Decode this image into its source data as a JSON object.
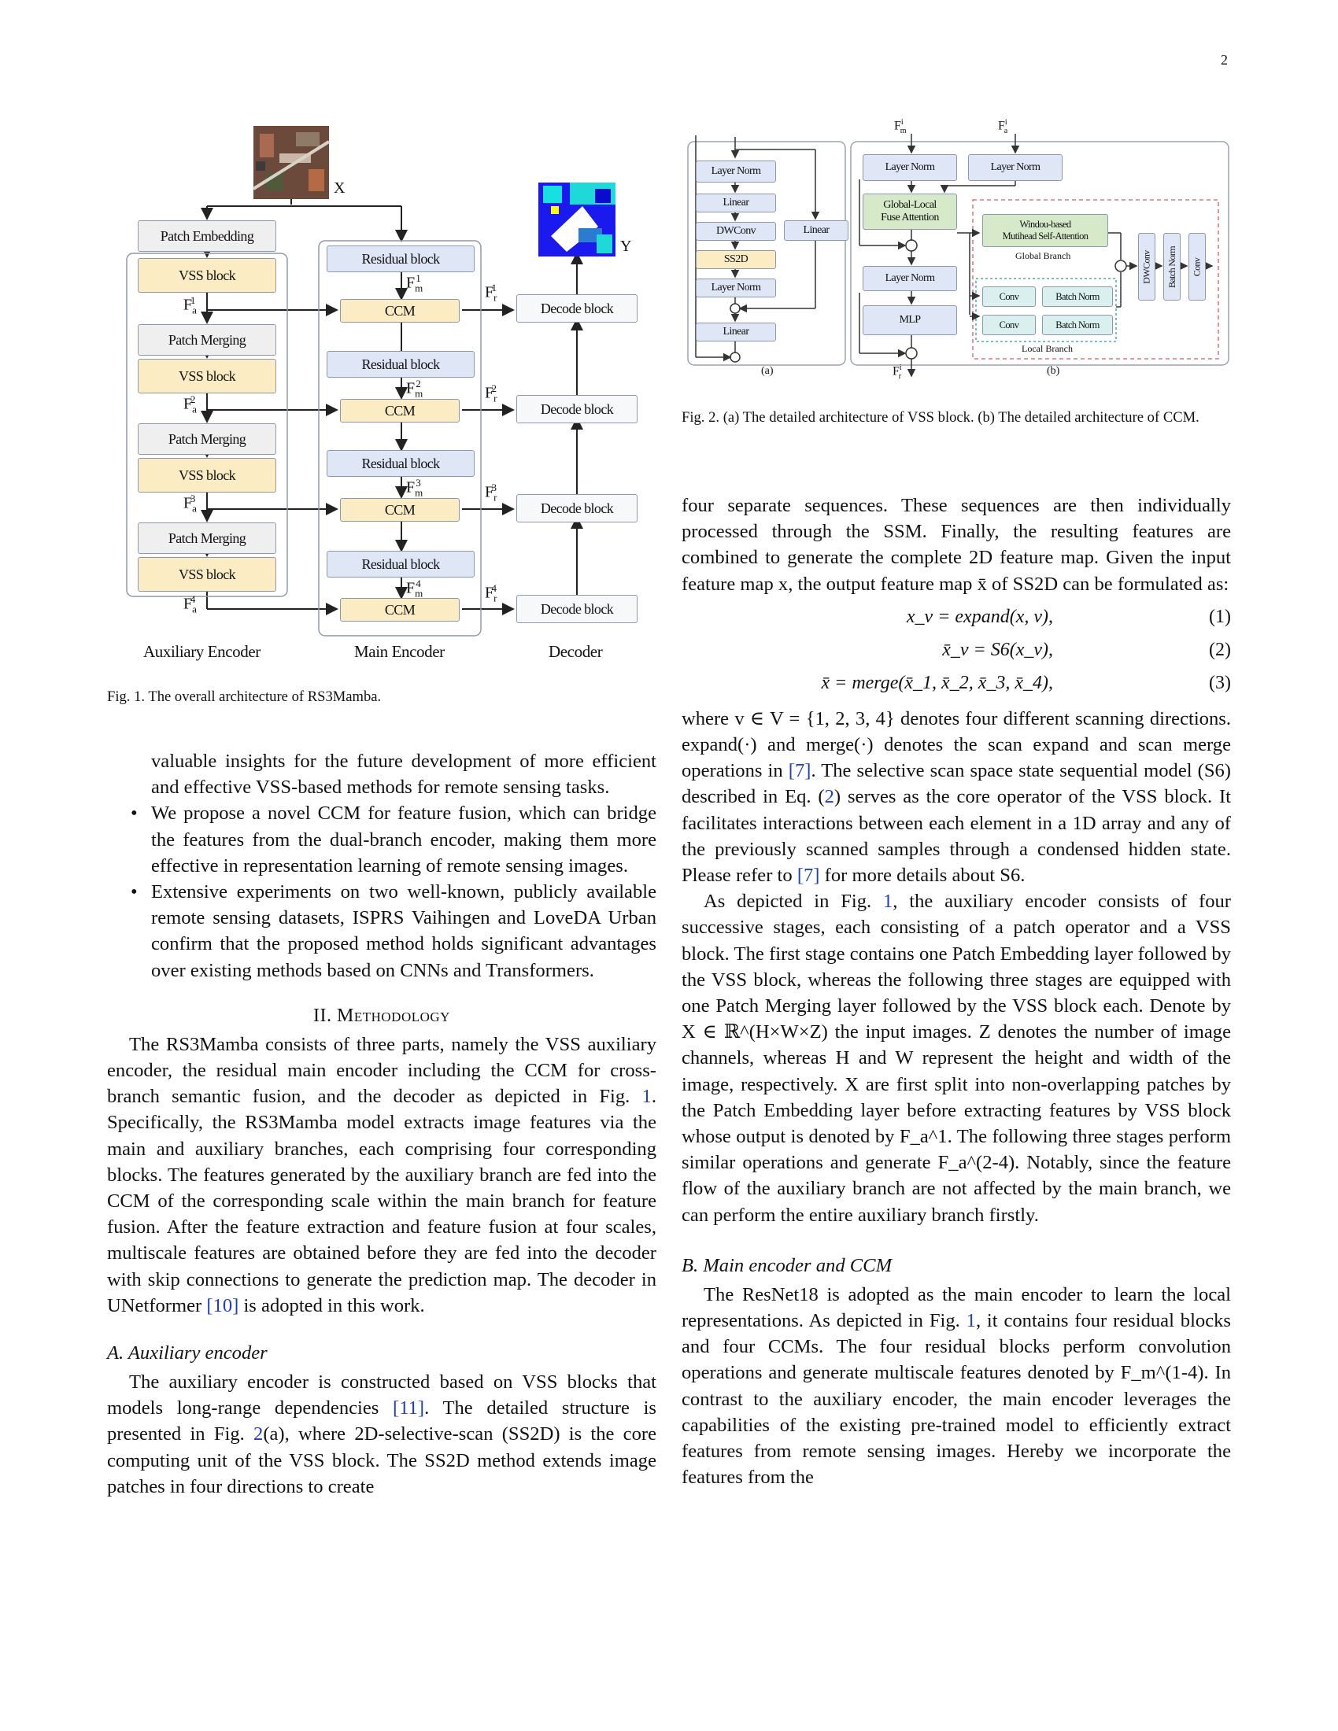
{
  "page_number": "2",
  "fig1": {
    "input_label": "X",
    "output_label": "Y",
    "patch_embedding": "Patch Embedding",
    "vss_block": "VSS block",
    "patch_merging": "Patch Merging",
    "residual_block": "Residual block",
    "ccm": "CCM",
    "decode_block": "Decode block",
    "fa": [
      "F",
      "a"
    ],
    "fm": [
      "F",
      "m"
    ],
    "fr": [
      "F",
      "r"
    ],
    "sup": [
      "1",
      "2",
      "3",
      "4"
    ],
    "aux_label": "Auxiliary Encoder",
    "main_label": "Main Encoder",
    "dec_label": "Decoder",
    "caption": "Fig. 1.  The overall architecture of RS3Mamba."
  },
  "fig2": {
    "a": {
      "layer_norm": "Layer Norm",
      "linear": "Linear",
      "dwconv": "DWConv",
      "ss2d": "SS2D",
      "label": "(a)"
    },
    "b": {
      "fm": "F",
      "fm_sub": "m",
      "fa": "F",
      "fa_sub": "a",
      "fr": "F",
      "fr_sub": "r",
      "sup": "i",
      "layer_norm": "Layer Norm",
      "glfa": "Global-Local Fuse Attention",
      "glfa_l1": "Global-Local",
      "glfa_l2": "Fuse Attention",
      "mlp": "MLP",
      "window_l1": "Windou-based",
      "window_l2": "Mutihead Self-Attention",
      "global_branch": "Global Branch",
      "conv": "Conv",
      "batch_norm": "Batch Norm",
      "local_branch": "Local Branch",
      "dwconv_v": "DWConv",
      "batchnorm_v": "Batch Norm",
      "conv_v": "Conv",
      "label": "(b)"
    },
    "caption": "Fig. 2.    (a) The detailed architecture of VSS block. (b) The detailed architecture of CCM."
  },
  "left": {
    "bullet_cont": "valuable insights for the future development of more efficient and effective VSS-based methods for remote sensing tasks.",
    "bullet2": "We propose a novel CCM for feature fusion, which can bridge the features from the dual-branch encoder, making them more effective in representation learning of remote sensing images.",
    "bullet3": "Extensive experiments on two well-known, publicly available remote sensing datasets, ISPRS Vaihingen and LoveDA Urban confirm that the proposed method holds significant advantages over existing methods based on CNNs and Transformers.",
    "section_num": "II.",
    "section_title": "Methodology",
    "para1_a": "The RS3Mamba consists of three parts, namely the VSS auxiliary encoder, the residual main encoder including the CCM for cross-branch semantic fusion, and the decoder as depicted in Fig. ",
    "para1_ref1": "1",
    "para1_b": ". Specifically, the RS3Mamba model extracts image features via the main and auxiliary branches, each comprising four corresponding blocks. The features generated by the auxiliary branch are fed into the CCM of the corresponding scale within the main branch for feature fusion. After the feature extraction and feature fusion at four scales, multiscale features are obtained before they are fed into the decoder with skip connections to generate the prediction map. The decoder in UNetformer ",
    "para1_ref2": "[10]",
    "para1_c": " is adopted in this work.",
    "subA": "A. Auxiliary encoder",
    "para2_a": "The auxiliary encoder is constructed based on VSS blocks that models long-range dependencies ",
    "para2_ref1": "[11]",
    "para2_b": ". The detailed structure is presented in Fig. ",
    "para2_ref2": "2",
    "para2_c": "(a), where 2D-selective-scan (SS2D) is the core computing unit of the VSS block. The SS2D method extends image patches in four directions to create"
  },
  "right": {
    "para1": "four separate sequences. These sequences are then individually processed through the SSM. Finally, the resulting features are combined to generate the complete 2D feature map. Given the input feature map x, the output feature map x̄ of SS2D can be formulated as:",
    "eq1": "x_v = expand(x, v),",
    "eq1_num": "(1)",
    "eq2": "x̄_v = S6(x_v),",
    "eq2_num": "(2)",
    "eq3": "x̄ = merge(x̄_1, x̄_2, x̄_3, x̄_4),",
    "eq3_num": "(3)",
    "para2_a": "where v ∈ V = {1, 2, 3, 4} denotes four different scanning directions. expand(·) and merge(·) denotes the scan expand and scan merge operations in ",
    "para2_ref1": "[7]",
    "para2_b": ". The selective scan space state sequential model (S6) described in Eq. (",
    "para2_ref2": "2",
    "para2_c": ") serves as the core operator of the VSS block. It facilitates interactions between each element in a 1D array and any of the previously scanned samples through a condensed hidden state. Please refer to ",
    "para2_ref3": "[7]",
    "para2_d": " for more details about S6.",
    "para3_a": "As depicted in Fig. ",
    "para3_ref1": "1",
    "para3_b": ", the auxiliary encoder consists of four successive stages, each consisting of a patch operator and a VSS block. The first stage contains one Patch Embedding layer followed by the VSS block, whereas the following three stages are equipped with one Patch Merging layer followed by the VSS block each. Denote by X ∈ ℝ^(H×W×Z) the input images. Z denotes the number of image channels, whereas H and W represent the height and width of the image, respectively. X are first split into non-overlapping patches by the Patch Embedding layer before extracting features by VSS block whose output is denoted by F_a^1. The following three stages perform similar operations and generate F_a^(2-4). Notably, since the feature flow of the auxiliary branch are not affected by the main branch, we can perform the entire auxiliary branch firstly.",
    "subB": "B. Main encoder and CCM",
    "para4_a": "The ResNet18 is adopted as the main encoder to learn the local representations. As depicted in Fig. ",
    "para4_ref1": "1",
    "para4_b": ", it contains four residual blocks and four CCMs. The four residual blocks perform convolution operations and generate multiscale features denoted by F_m^(1-4). In contrast to the auxiliary encoder, the main encoder leverages the capabilities of the existing pre-trained model to efficiently extract features from remote sensing images. Hereby we incorporate the features from the"
  }
}
